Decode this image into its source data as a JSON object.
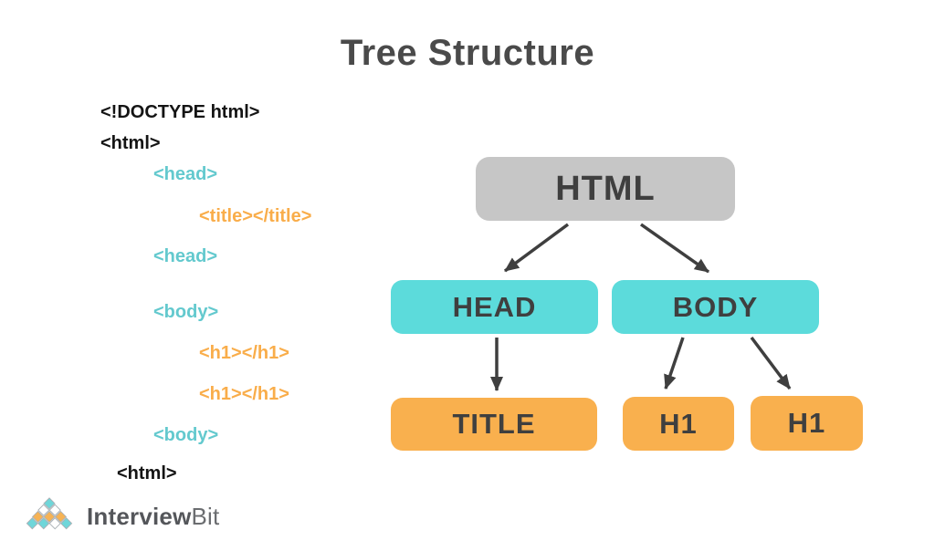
{
  "title": "Tree Structure",
  "code": {
    "lines": [
      {
        "text": "<!DOCTYPE html>",
        "color": "black",
        "indent": 0
      },
      {
        "text": "<html>",
        "color": "black",
        "indent": 0
      },
      {
        "text": "<head>",
        "color": "teal",
        "indent": 1
      },
      {
        "text": "<title></title>",
        "color": "orange",
        "indent": 2
      },
      {
        "text": "<head>",
        "color": "teal",
        "indent": 1
      },
      {
        "text": "<body>",
        "color": "teal",
        "indent": 1
      },
      {
        "text": "<h1></h1>",
        "color": "orange",
        "indent": 2
      },
      {
        "text": "<h1></h1>",
        "color": "orange",
        "indent": 2
      },
      {
        "text": "<body>",
        "color": "teal",
        "indent": 1
      },
      {
        "text": "<html>",
        "color": "black",
        "indent": 0
      }
    ]
  },
  "tree": {
    "nodes": [
      {
        "label": "HTML",
        "level": "root"
      },
      {
        "label": "HEAD",
        "level": "branch"
      },
      {
        "label": "BODY",
        "level": "branch"
      },
      {
        "label": "TITLE",
        "level": "leaf"
      },
      {
        "label": "H1",
        "level": "leaf"
      },
      {
        "label": "H1",
        "level": "leaf"
      }
    ],
    "edges": [
      {
        "from": "HTML",
        "to": "HEAD"
      },
      {
        "from": "HTML",
        "to": "BODY"
      },
      {
        "from": "HEAD",
        "to": "TITLE"
      },
      {
        "from": "BODY",
        "to": "H1"
      },
      {
        "from": "BODY",
        "to": "H1"
      }
    ]
  },
  "logo": {
    "brand_bold": "Interview",
    "brand_light": "Bit",
    "mark": "diamond-pyramid"
  },
  "colors": {
    "root_box": "#c6c6c6",
    "branch_box": "#5cdbdb",
    "leaf_box": "#f9b04e",
    "code_teal": "#63c9ce",
    "code_orange": "#f9ad4a",
    "arrow": "#3f3f3f",
    "title_text": "#4a4a4a",
    "logo_teal": "#6fd6d9",
    "logo_orange": "#f6b355"
  }
}
